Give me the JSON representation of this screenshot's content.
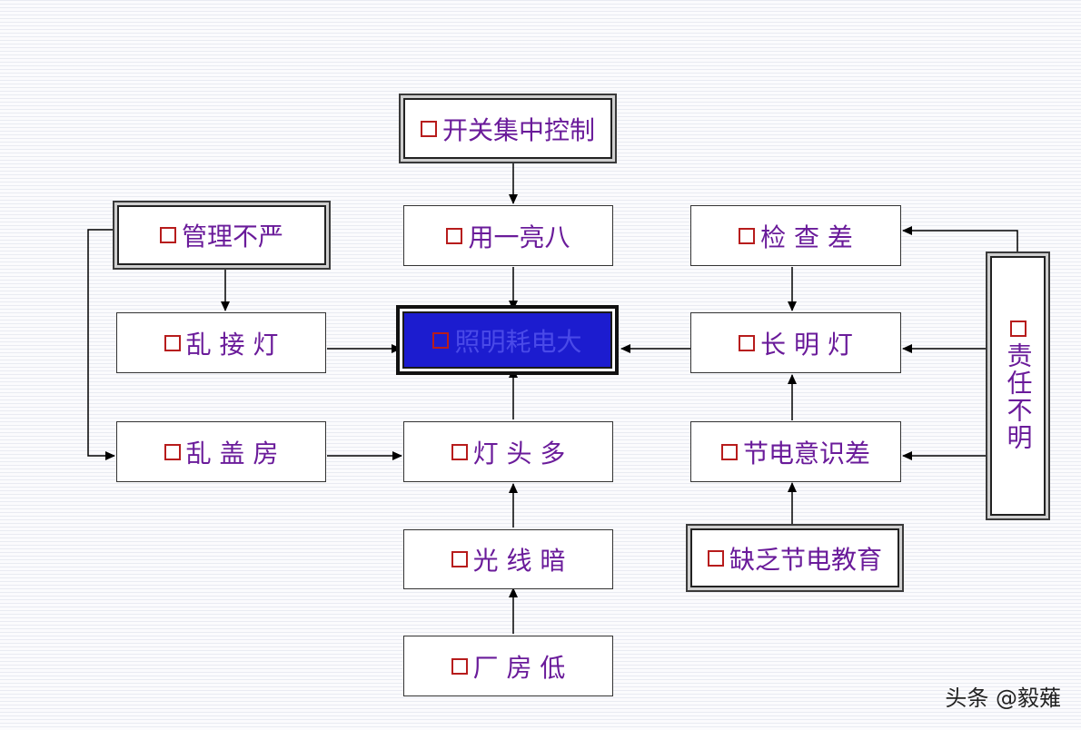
{
  "nodes": {
    "kaiguan": "开关集中控制",
    "yongyiliangba": "用一亮八",
    "guanli": "管理不严",
    "luanjiedeng": "乱 接 灯",
    "zhaoming": "照明耗电大",
    "luangaifang": "乱 盖 房",
    "dengtouduo": "灯 头 多",
    "guangxianan": "光 线 暗",
    "changfangdi": "厂 房 低",
    "jianchacha": "检 查 差",
    "changmingdeng": "长 明 灯",
    "jiedianyishi": "节电意识差",
    "quefa": "缺乏节电教育",
    "zeren": "责任不明"
  },
  "watermark": "头条 @毅薙"
}
